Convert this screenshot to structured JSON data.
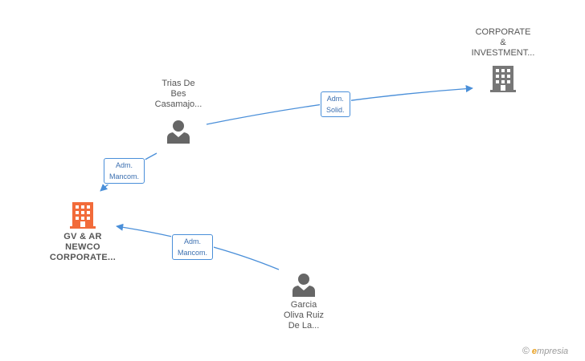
{
  "nodes": {
    "corporate_investment": {
      "lines": [
        "CORPORATE",
        "&",
        "INVESTMENT..."
      ]
    },
    "trias": {
      "lines": [
        "Trias De",
        "Bes",
        "Casamajo..."
      ]
    },
    "gv_ar": {
      "lines": [
        "GV & AR",
        "NEWCO",
        "CORPORATE..."
      ]
    },
    "garcia": {
      "lines": [
        "Garcia",
        "Oliva Ruiz",
        "De La..."
      ]
    }
  },
  "edges": {
    "trias_to_corporate": {
      "lines": [
        "Adm.",
        "Solid."
      ]
    },
    "trias_to_gv": {
      "lines": [
        "Adm.",
        "Mancom."
      ]
    },
    "garcia_to_gv": {
      "lines": [
        "Adm.",
        "Mancom."
      ]
    }
  },
  "footer": {
    "copyright": "©",
    "brand_initial": "e",
    "brand_rest": "mpresia"
  },
  "colors": {
    "edge": "#4a8fd9",
    "company_main": "#f26b3a",
    "company_other": "#777777",
    "person": "#666666"
  }
}
